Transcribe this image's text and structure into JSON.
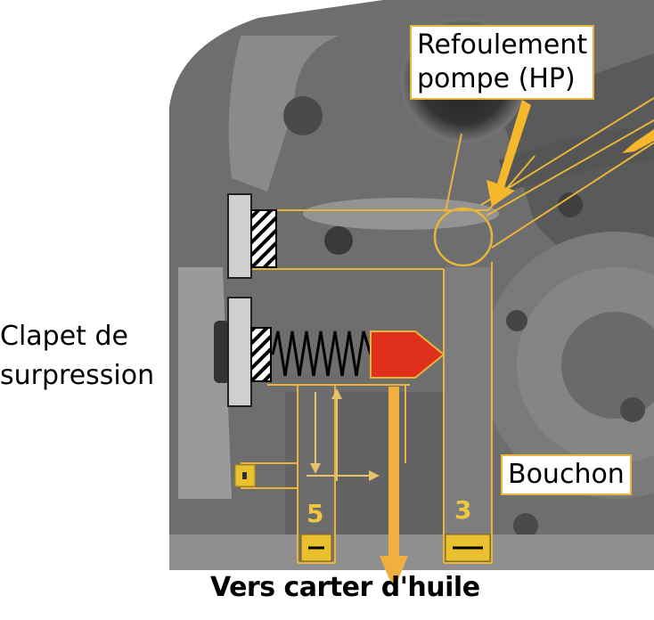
{
  "labels": {
    "refoulement_line1": "Refoulement",
    "refoulement_line2": "pompe  (HP)",
    "clapet_line1": "Clapet de",
    "clapet_line2": "surpression",
    "bouchon": "Bouchon",
    "vers_carter": "Vers carter d'huile"
  },
  "channel_numbers": {
    "three": "3",
    "five": "5"
  },
  "colors": {
    "engine_block": "#6b6b6b",
    "outline": "#e8b53a",
    "valve": "#e0301c",
    "plug": "#e8c030"
  }
}
